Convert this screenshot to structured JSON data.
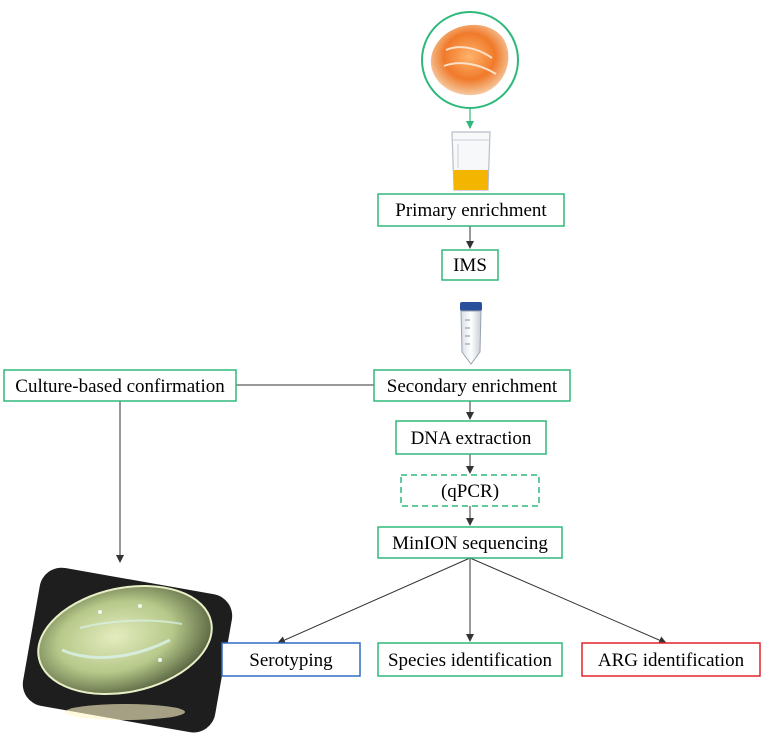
{
  "colors": {
    "accent_green": "#2eb87a",
    "serotyping_blue": "#2f6cc3",
    "arg_red": "#e0242a",
    "arrow": "#333333",
    "media_yellow": "#f3b500",
    "sample_orange": "#f08a3c"
  },
  "nodes": {
    "primary_enrichment": "Primary enrichment",
    "ims": "IMS",
    "secondary_enrichment": "Secondary enrichment",
    "culture_confirmation": "Culture-based confirmation",
    "dna_extraction": "DNA extraction",
    "qpcr": "(qPCR)",
    "minion_sequencing": "MinION sequencing",
    "serotyping": "Serotyping",
    "species_identification": "Species identification",
    "arg_identification": "ARG identification"
  },
  "illustrations": {
    "sample": "salmon-sample-icon",
    "enrichment_bag": "enrichment-bag-icon",
    "tube": "centrifuge-tube-icon",
    "plate": "agar-plate-icon"
  }
}
